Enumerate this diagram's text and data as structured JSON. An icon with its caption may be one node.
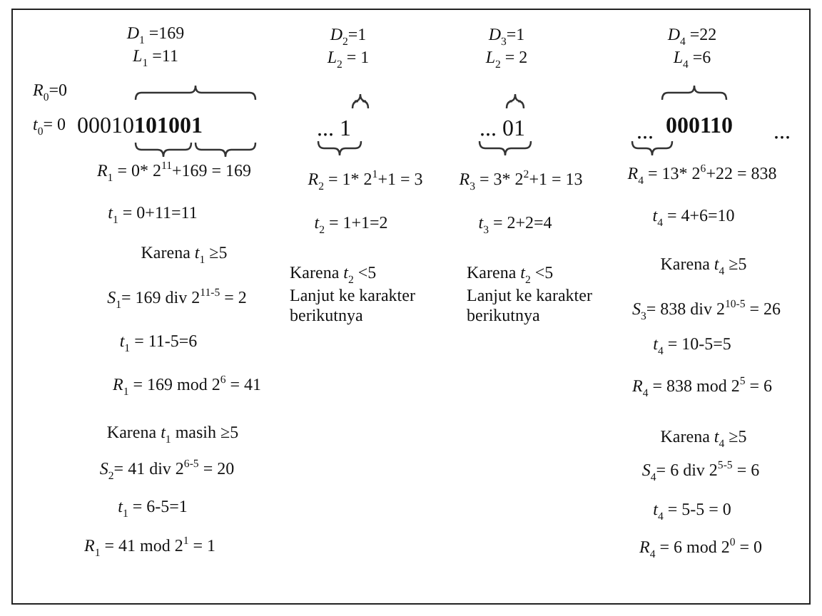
{
  "diagram": {
    "labels": [
      "*D*$_{1}$ =169",
      "*L*$_{1}$ =11",
      "*R*$_{0}$=0",
      "*t*$_{0}$= 0",
      "00010**101001**",
      "*R*$_{1}$ = 0* 2$^{11}$+169 = 169",
      "*t*$_{1}$ = 0+11=11",
      "Karena *t*$_{1}$ ≥5",
      "*S*$_{1}$= 169 div 2$^{11-5}$ = 2",
      "*t*$_{1}$ = 11-5=6",
      "*R*$_{1}$ = 169 mod 2$^{6}$ = 41",
      "Karena *t*$_{1}$ masih ≥5",
      "*S*$_{2}$= 41 div 2$^{6-5}$ = 20",
      "*t*$_{1}$ = 6-5=1",
      "*R*$_{1}$ = 41 mod 2$^{1}$ = 1",
      "*D*$_{2}$=1",
      "*L*$_{2}$ = 1",
      "...  1",
      "*R*$_{2}$ = 1* 2$^{1}$+1 = 3",
      "*t*$_{2}$ = 1+1=2",
      "Karena *t*$_{2}$ <5",
      "Lanjut ke karakter berikutnya",
      "*D*$_{3}$=1",
      "*L*$_{2}$ = 2",
      "... 01",
      "*R*$_{3}$ = 3* 2$^{2}$+1 = 13",
      "*t*$_{3}$ = 2+2=4",
      "Karena *t*$_{2}$ <5",
      "Lanjut ke karakter berikutnya",
      "*D*$_{4}$ =22",
      "*L*$_{4}$ =6",
      "...",
      "000110",
      "...",
      "*R*$_{4}$ = 13* 2$^{6}$+22 = 838",
      "*t*$_{4}$ = 4+6=10",
      "Karena *t*$_{4}$ ≥5",
      "*S*$_{3}$= 838 div 2$^{10-5}$ = 26",
      "*t*$_{4}$ = 10-5=5",
      "*R*$_{4}$ = 838 mod 2$^{5}$ = 6",
      "Karena *t*$_{4}$ ≥5",
      "*S*$_{4}$= 6 div 2$^{5-5}$ = 6",
      "*t*$_{4}$ = 5-5 = 0",
      "*R*$_{4}$ = 6 mod 2$^{0}$ = 0"
    ]
  }
}
